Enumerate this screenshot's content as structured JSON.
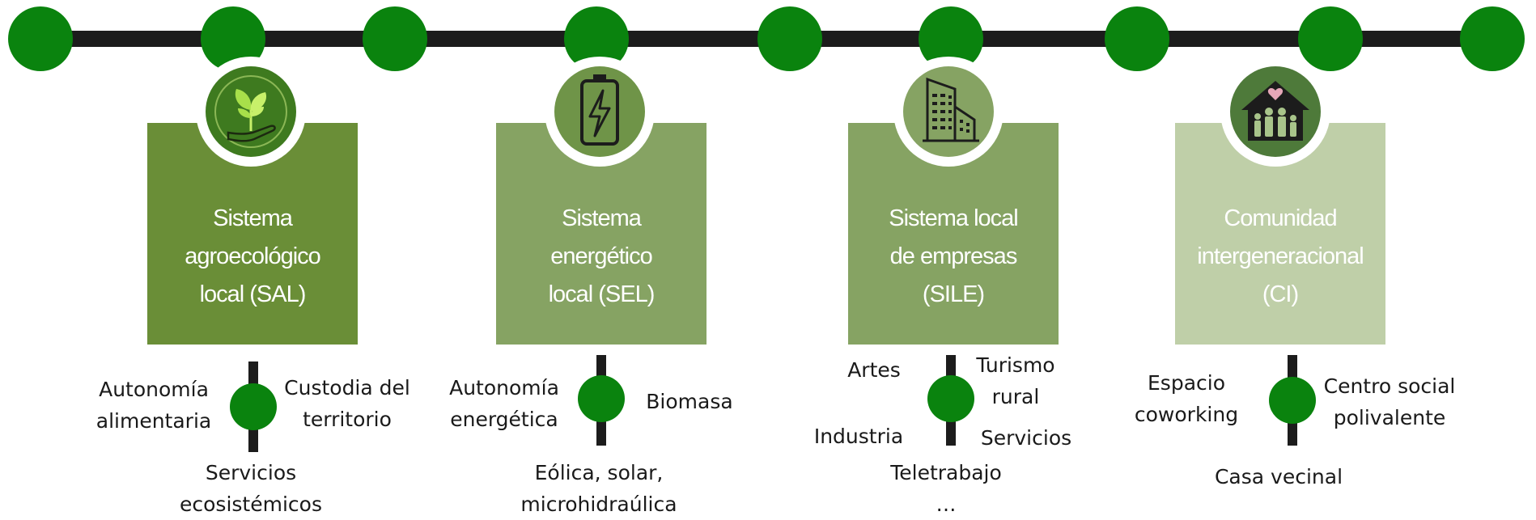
{
  "colors": {
    "timeline_dot": "#0a830e",
    "line": "#1c1c1c"
  },
  "systems": [
    {
      "title": "Sistema\nagroecológico\nlocal (SAL)",
      "color": "#6a8e37",
      "icon": "plant-in-hand-icon",
      "labels": [
        "Autonomía\nalimentaria",
        "Custodia del\nterritorio",
        "Servicios\necosistémicos"
      ]
    },
    {
      "title": "Sistema\nenergético\nlocal (SEL)",
      "color": "#86a363",
      "icon": "battery-icon",
      "labels": [
        "Autonomía\nenergética",
        "Biomasa",
        "Eólica, solar,\nmicrohidraúlica"
      ]
    },
    {
      "title": "Sistema local\nde empresas\n(SILE)",
      "color": "#86a363",
      "icon": "buildings-icon",
      "labels": [
        "Artes",
        "Turismo\nrural",
        "Industria",
        "Servicios",
        "Teletrabajo\n…"
      ]
    },
    {
      "title": "Comunidad\nintergeneracional\n(CI)",
      "color": "#bfcfa8",
      "icon": "family-house-icon",
      "labels": [
        "Espacio\ncoworking",
        "Centro social\npolivalente",
        "Casa vecinal"
      ]
    }
  ]
}
